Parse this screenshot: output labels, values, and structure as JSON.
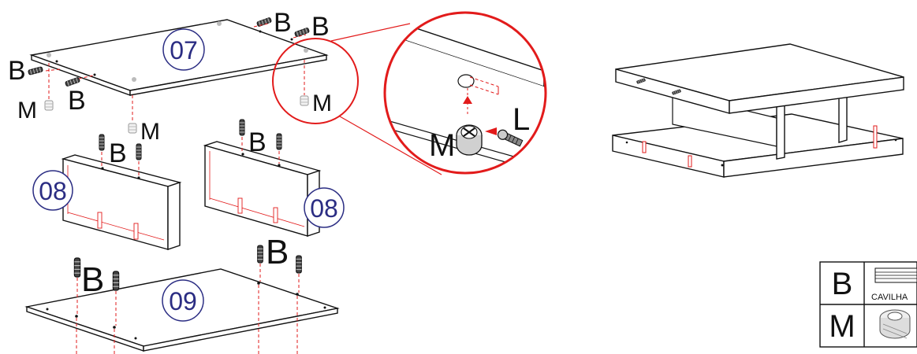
{
  "diagram": {
    "part_numbers": {
      "top_panel": "07",
      "left_divider": "08",
      "right_divider": "08",
      "bottom_panel": "09"
    },
    "hardware_labels": {
      "dowel": "B",
      "cam_lock": "M",
      "cam_bolt": "L"
    },
    "legend": {
      "rows": [
        {
          "code": "B",
          "caption": "CAVILHA",
          "icon": "dowel-icon"
        },
        {
          "code": "M",
          "caption": "",
          "icon": "cam-lock-icon"
        }
      ]
    },
    "colors": {
      "detail_circle": "#e21b1b",
      "guide_line": "#e21b1b",
      "part_number": "#2b2d83",
      "outline": "#111111"
    }
  }
}
